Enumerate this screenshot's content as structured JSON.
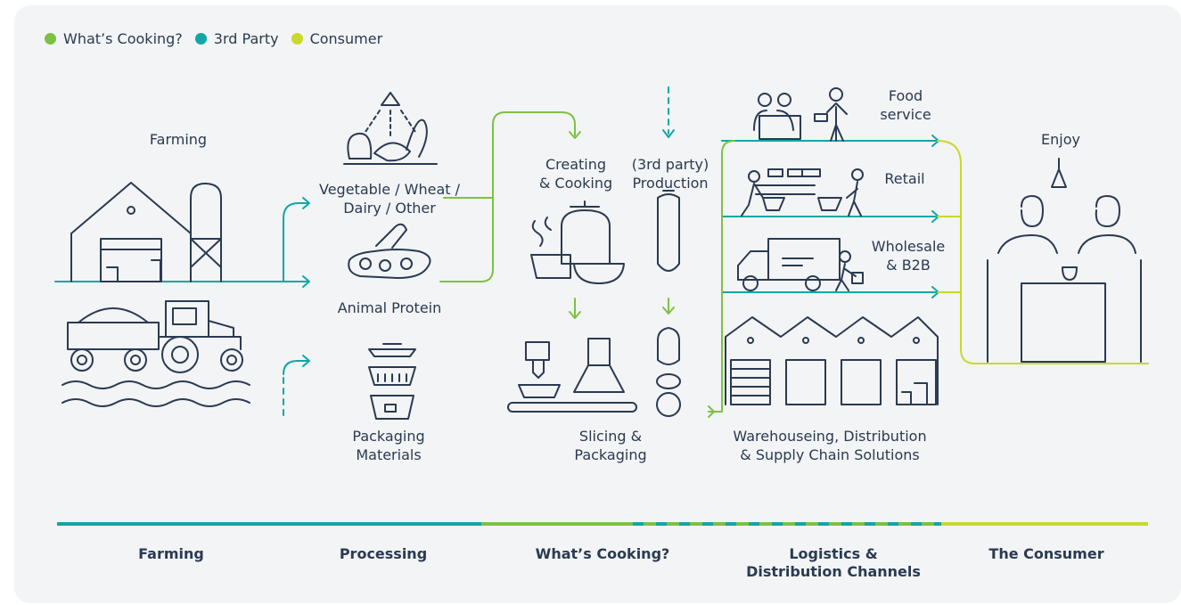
{
  "legend": [
    {
      "label": "What’s Cooking?",
      "color": "#7dc142"
    },
    {
      "label": "3rd Party",
      "color": "#12a6a6"
    },
    {
      "label": "Consumer",
      "color": "#c8d92a"
    }
  ],
  "labels": {
    "farming": "Farming",
    "vegetable": "Vegetable / Wheat /\nDairy / Other",
    "animal_protein": "Animal Protein",
    "packaging_materials": "Packaging\nMaterials",
    "creating_cooking": "Creating\n& Cooking",
    "third_party_production": "(3rd party)\nProduction",
    "slicing_packaging": "Slicing &\nPackaging",
    "food_service": "Food\nservice",
    "retail": "Retail",
    "wholesale": "Wholesale\n& B2B",
    "warehousing": "Warehouseing, Distribution\n& Supply Chain Solutions",
    "enjoy": "Enjoy"
  },
  "stages": [
    "Farming",
    "Processing",
    "What’s Cooking?",
    "Logistics &\nDistribution Channels",
    "The Consumer"
  ],
  "colors": {
    "green": "#7dc142",
    "teal": "#12a6a6",
    "yellow": "#c8d92a",
    "ink": "#2a3a52"
  }
}
